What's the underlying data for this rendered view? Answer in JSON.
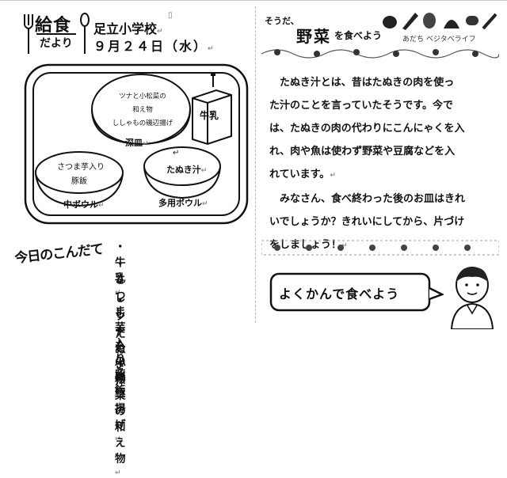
{
  "header": {
    "logo_title": "給食",
    "logo_sub": "だより",
    "school": "足立小学校",
    "date": "９月２４日（水）"
  },
  "tray": {
    "main_dish_lines": [
      "ツナと小松菜の",
      "和え物",
      "ししゃもの磯辺揚げ"
    ],
    "main_dish_label": "深皿",
    "rice_lines": [
      "さつま芋入り",
      "豚飯"
    ],
    "rice_label": "中ボウル",
    "soup_text": "たぬき汁",
    "soup_label": "多用ボウル",
    "milk_label": "牛乳"
  },
  "menu": {
    "heading": "今日のこんだて",
    "items": [
      "牛乳",
      "さつま芋入り豚飯",
      "ししゃもの磯辺揚げ",
      "ツナと小松菜の和え物",
      "たぬき汁"
    ]
  },
  "banner": {
    "prefix": "そうだ、",
    "main": "野菜",
    "suffix": "を食べよう",
    "sub": "あだち ベジタベライフ"
  },
  "article": {
    "lines": [
      "　たぬき汁とは、昔はたぬきの肉を使っ",
      "た汁のことを言っていたそうです。今で",
      "は、たぬきの肉の代わりにこんにゃくを入",
      "れ、肉や魚は使わず野菜や豆腐などを入",
      "れています。",
      "　みなさん、食べ終わった後のお皿はきれ",
      "いでしょうか？きれいにしてから、片づけ",
      "をしましょう！"
    ]
  },
  "speech": {
    "text": "よくかんで食べよう"
  }
}
